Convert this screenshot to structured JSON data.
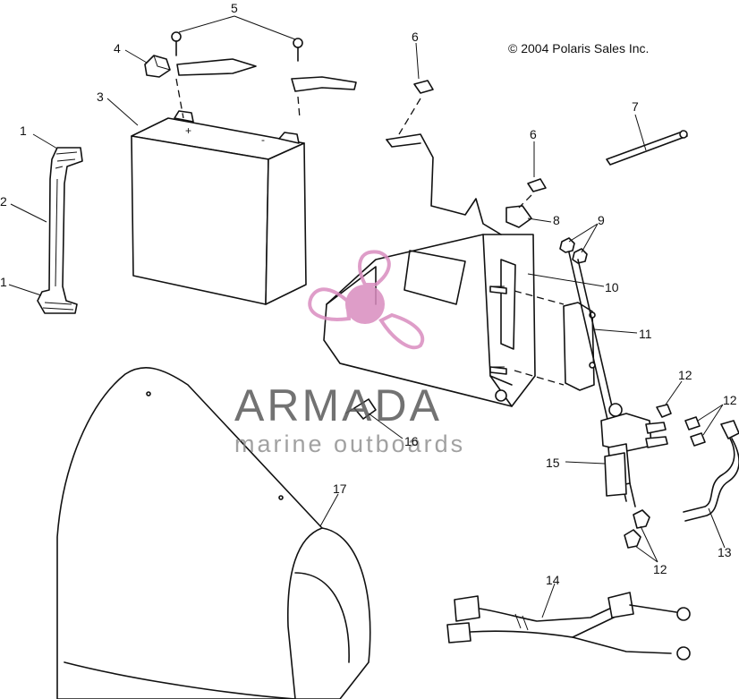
{
  "copyright": "© 2004 Polaris Sales Inc.",
  "watermark": {
    "brand": "ARMADA",
    "tagline": "marine outboards",
    "logo_color": "#d98cbf"
  },
  "callouts": [
    "1",
    "2",
    "1",
    "3",
    "4",
    "5",
    "6",
    "6",
    "7",
    "8",
    "9",
    "10",
    "11",
    "12",
    "12",
    "12",
    "13",
    "14",
    "15",
    "16",
    "17"
  ]
}
